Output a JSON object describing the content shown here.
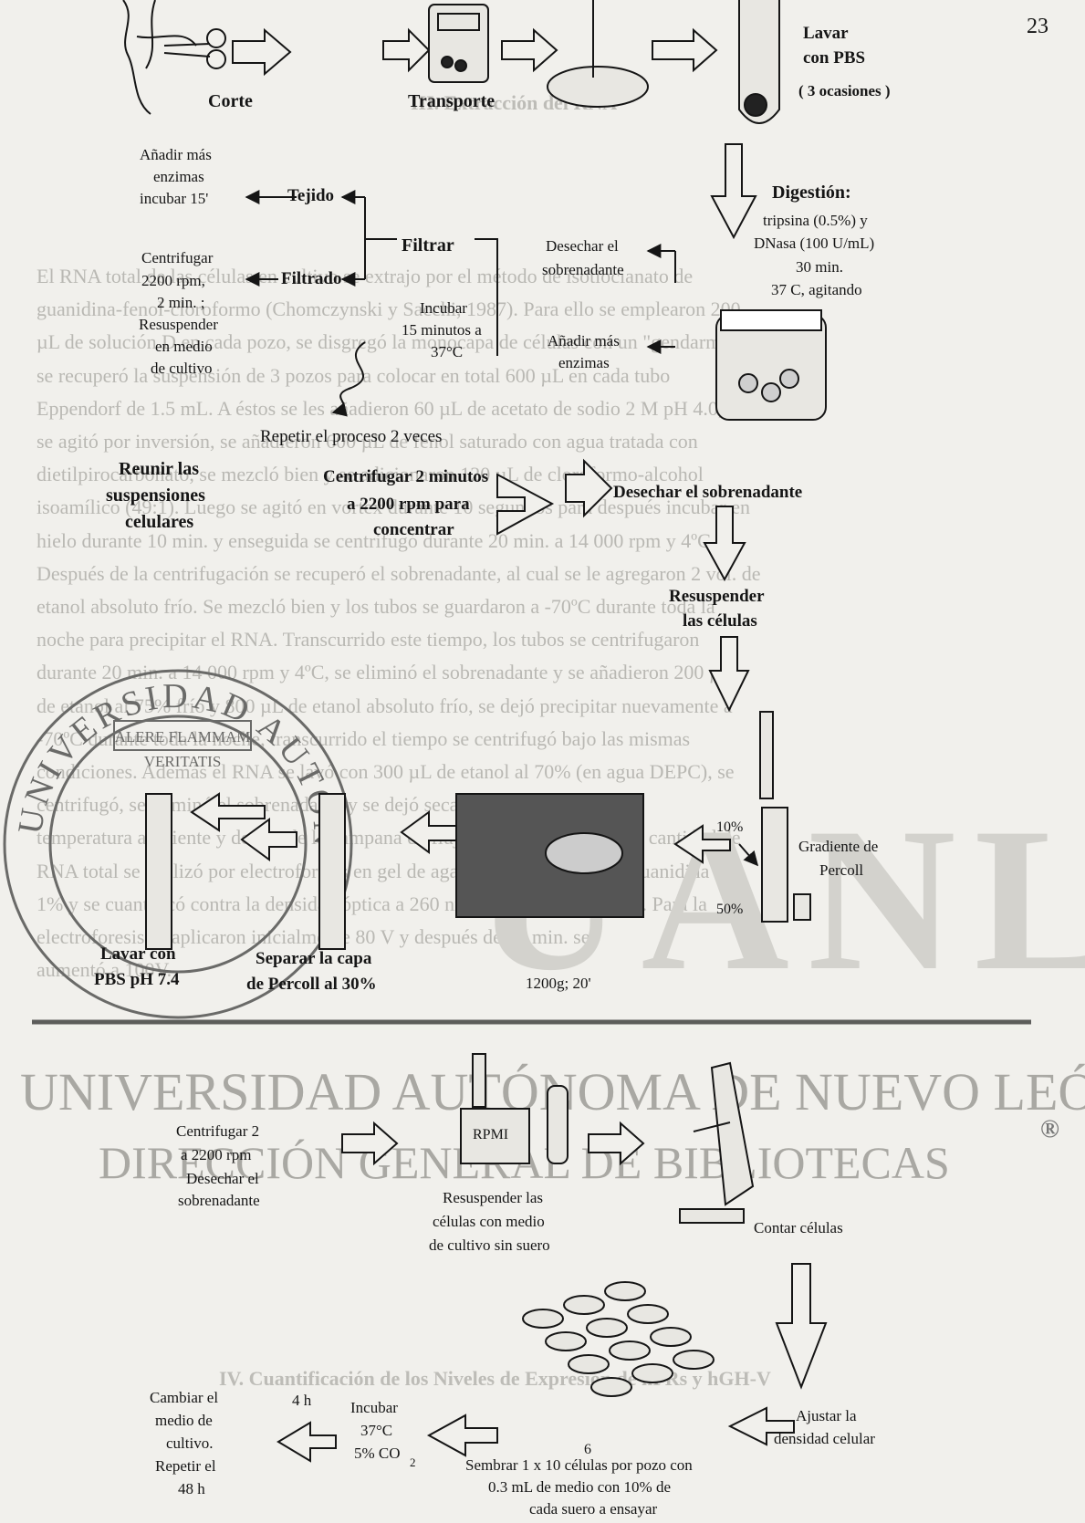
{
  "page_number": "23",
  "background": {
    "section_heading_top": "III. Extracción del RNA",
    "paragraph_lines": [
      "El RNA total de las células en cultivo se extrajo por el método de isotiocianato de",
      "guanidina-fenol-cloroformo (Chomczynski y Sacchi, 1987). Para ello se emplearon 200",
      "µL de solución D en cada pozo, se disgregó la monocapa de células con un \"gendarme\" y",
      "se recuperó la suspensión de 3 pozos para colocar en total 600 µL en cada tubo",
      "Eppendorf de 1.5 mL. A éstos se les añadieron 60 µL de acetato de sodio 2 M pH 4.0,",
      "se agitó por inversión, se añadieron 600 µL de fenol saturado con agua tratada con",
      "dietilpirocarbonato, se mezcló bien y se adicionaron 120 µL de cloroformo-alcohol",
      "isoamílico (49:1). Luego se agitó en vortex durante 10 segundos para después incubar en",
      "hielo durante 10 min. y enseguida se centrifugó durante 20 min. a 14 000 rpm y 4ºC.",
      "Después de la centrifugación se recuperó el sobrenadante, al cual se le agregaron 2 vol. de",
      "etanol absoluto frío. Se mezcló bien y los tubos se guardaron a -70ºC durante toda la",
      "noche para precipitar el RNA. Transcurrido este tiempo, los tubos se centrifugaron",
      "durante 20 min. a 14 000 rpm y 4ºC, se eliminó el sobrenadante y se añadieron 200 µL",
      "de etanol al 75% frío y 800 µL de etanol absoluto frío, se dejó precipitar nuevamente a",
      "-70ºC durante toda la noche, transcurrido el tiempo se centrifugó bajo las mismas",
      "condiciones. Además el RNA se lavó con 300 µL de etanol al 70% (en agua DEPC), se",
      "centrifugó, se eliminó el sobrenadante y se dejó secar durante 30 min. a",
      "temperatura ambiente y dentro de la campana de flujo laminar. La calidad y cantidad de",
      "RNA total se analizó por electroforesis en gel de agarosa-isotiocianato de guanidina al",
      "1% y se cuantificó contra la densidad óptica a 260 nm (Hamel y col., 1991). Para la",
      "electroforesis se aplicaron inicialmente 80 V y después de 30 min. se",
      "aumentó a 100V."
    ],
    "section_heading_bottom": "IV. Cuantificación de los Niveles de Expresión de hPRs y hGH-V"
  },
  "watermark": {
    "seal_top": "UNIVERSIDAD AUTONOMA DE NUEVO LEON",
    "seal_motto_1": "ALERE FLAMMAM",
    "seal_motto_2": "VERITATIS",
    "letters": "UANL",
    "line1": "UNIVERSIDAD AUTÓNOMA DE NUEVO LEÓN",
    "registered": "®",
    "line2": "DIRECCIÓN GENERAL DE BIBLIOTECAS"
  },
  "flow": {
    "corte": "Corte",
    "transporte": "Transporte",
    "lavar_pbs_1": "Lavar",
    "lavar_pbs_2": "con PBS",
    "lavar_pbs_3": "( 3 ocasiones )",
    "digestion_title": "Digestión:",
    "digestion_1": "tripsina (0.5%) y",
    "digestion_2": "DNasa (100 U/mL)",
    "digestion_3": "30 min.",
    "digestion_4": "37 C, agitando",
    "anadir_1": "Añadir más",
    "anadir_2": "enzimas",
    "anadir_3": "incubar 15'",
    "tejido": "Tejido",
    "filtrar": "Filtrar",
    "desechar_sob_1": "Desechar el",
    "desechar_sob_2": "sobrenadante",
    "centrifugar_1": "Centrifugar",
    "centrifugar_2": "2200 rpm,",
    "centrifugar_3": "2 min. ;",
    "centrifugar_4": "Resuspender",
    "centrifugar_5": "en medio",
    "centrifugar_6": "de cultivo",
    "filtrado": "Filtrado",
    "incubar_1": "Incubar",
    "incubar_2": "15 minutos a",
    "incubar_3": "37°C",
    "anadir_enz_1": "Añadir más",
    "anadir_enz_2": "enzimas",
    "repetir": "Repetir el proceso 2 veces",
    "reunir_1": "Reunir las",
    "reunir_2": "suspensiones",
    "reunir_3": "celulares",
    "centrif2_1": "Centrifugar 2 minutos",
    "centrif2_2": "a 2200 rpm para",
    "centrif2_3": "concentrar",
    "desechar_big": "Desechar el sobrenadante",
    "resuspender_1": "Resuspender",
    "resuspender_2": "las células",
    "pct10": "10%",
    "pct50": "50%",
    "gradiente_1": "Gradiente de",
    "gradiente_2": "Percoll",
    "centrifuge_label": "1200g; 20'",
    "separar_1": "Separar la capa",
    "separar_2": "de Percoll al 30%",
    "lavar74_1": "Lavar con",
    "lavar74_2": "PBS pH 7.4",
    "centrif3_1": "Centrifugar 2",
    "centrif3_2": "a 2200 rpm",
    "centrif3_3": "Desechar el",
    "centrif3_4": "sobrenadante",
    "rpmi": "RPMI",
    "resusp_medio_1": "Resuspender las",
    "resusp_medio_2": "células con medio",
    "resusp_medio_3": "de cultivo sin suero",
    "contar": "Contar células",
    "ajustar_1": "Ajustar la",
    "ajustar_2": "densidad celular",
    "sembrar_exp": "6",
    "sembrar_1": "Sembrar 1 x 10 células por pozo con",
    "sembrar_2": "0.3 mL de medio con 10% de",
    "sembrar_3": "cada suero a ensayar",
    "incubar2_1": "Incubar",
    "incubar2_2": "37°C",
    "incubar2_3": "5% CO",
    "incubar2_sub": "2",
    "h4": "4 h",
    "cambiar_1": "Cambiar el",
    "cambiar_2": "medio de",
    "cambiar_3": "cultivo.",
    "cambiar_4": "Repetir el",
    "cambiar_5": "48 h"
  }
}
